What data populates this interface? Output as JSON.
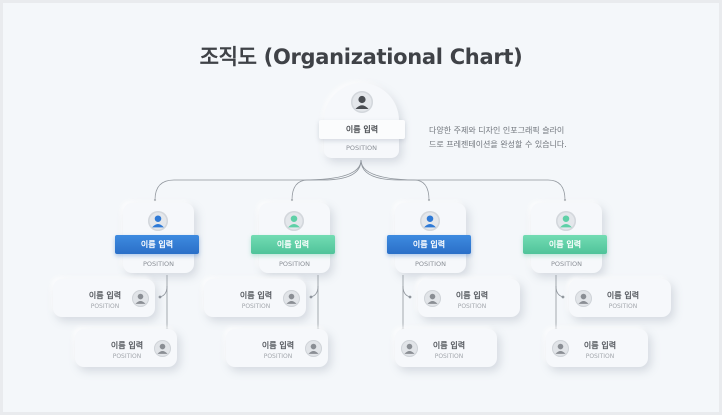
{
  "title": "조직도 (Organizational Chart)",
  "description": [
    "다양한 주제와 디자인 인포그래픽 슬라이",
    "드로 프레젠테이션을 완성할 수 있습니다."
  ],
  "colors": {
    "blue": "#2f7ad6",
    "green": "#5fd0a7",
    "line": "#8f959c",
    "background": "#f4f7fa"
  },
  "icons": {
    "avatar": "person-icon"
  },
  "top": {
    "name": "이름 입력",
    "position": "POSITION"
  },
  "managers": [
    {
      "name": "이름 입력",
      "position": "POSITION",
      "color": "blue"
    },
    {
      "name": "이름 입력",
      "position": "POSITION",
      "color": "green"
    },
    {
      "name": "이름 입력",
      "position": "POSITION",
      "color": "blue"
    },
    {
      "name": "이름 입력",
      "position": "POSITION",
      "color": "green"
    }
  ],
  "members": [
    [
      {
        "name": "이름 입력",
        "position": "POSITION"
      },
      {
        "name": "이름 입력",
        "position": "POSITION"
      }
    ],
    [
      {
        "name": "이름 입력",
        "position": "POSITION"
      },
      {
        "name": "이름 입력",
        "position": "POSITION"
      }
    ],
    [
      {
        "name": "이름 입력",
        "position": "POSITION"
      },
      {
        "name": "이름 입력",
        "position": "POSITION"
      }
    ],
    [
      {
        "name": "이름 입력",
        "position": "POSITION"
      },
      {
        "name": "이름 입력",
        "position": "POSITION"
      }
    ]
  ]
}
